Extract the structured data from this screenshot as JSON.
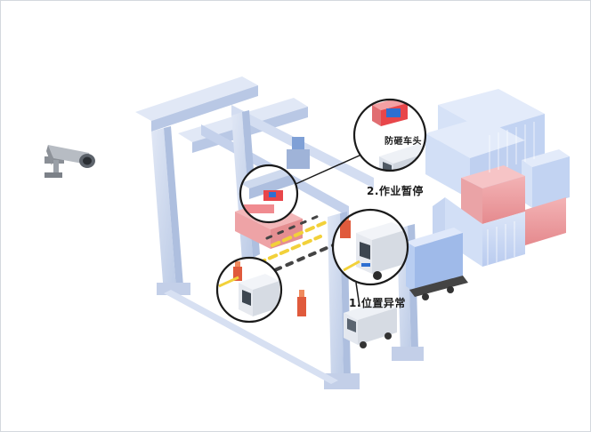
{
  "labels": {
    "anti_lift": "防砸车头",
    "stop": "2.作业暂停",
    "position": "1.位置异常"
  },
  "colors": {
    "crane": "#cdd8ee",
    "crane_dark": "#a9b8d8",
    "container_blue": "#cbd9f3",
    "container_pink": "#ee9da0",
    "container_red": "#e8464a",
    "barrier_yellow": "#f2d13a",
    "ring_stroke": "#1a1a1a",
    "accent_blue": "#2e6fd1"
  }
}
